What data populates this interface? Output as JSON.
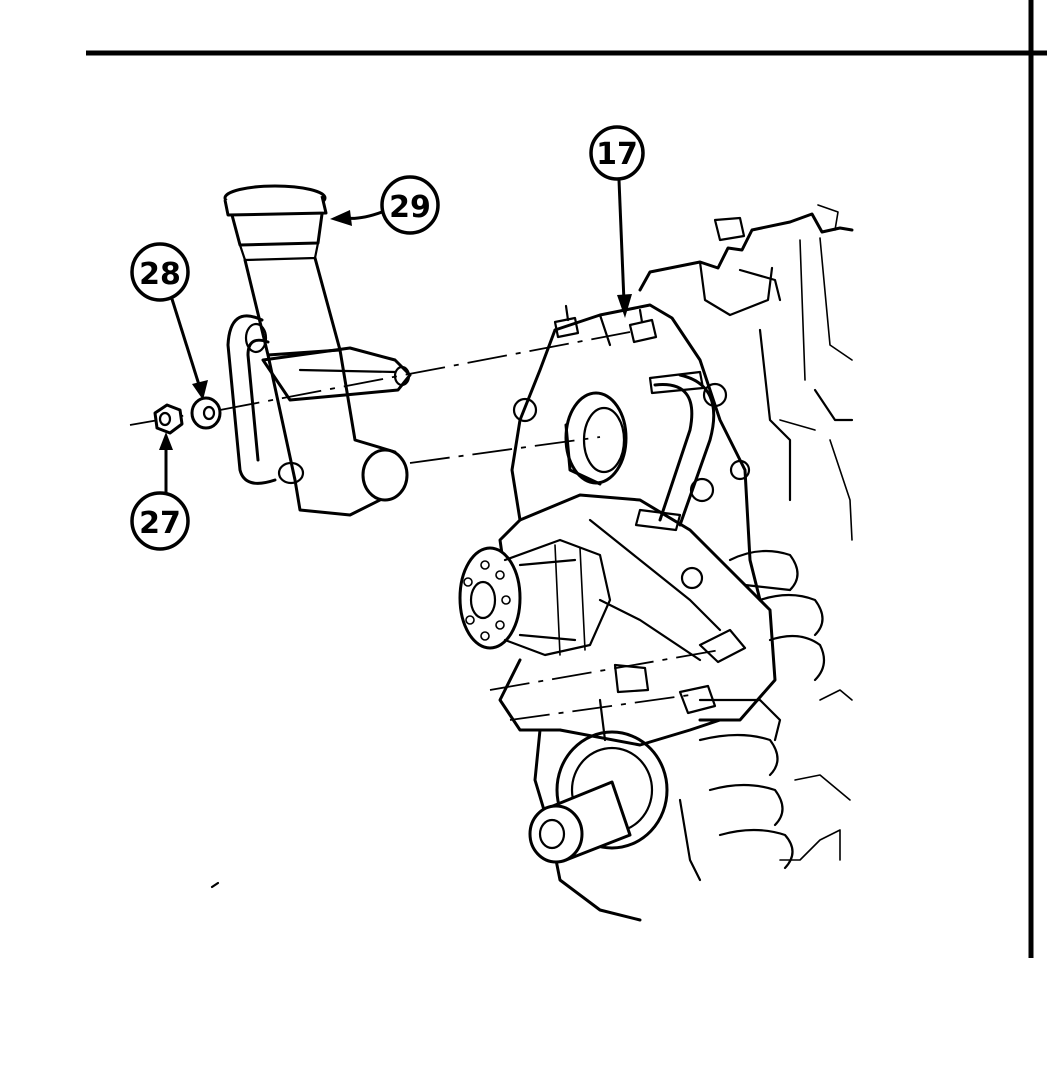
{
  "diagram": {
    "callouts": [
      {
        "id": "17",
        "label": "17"
      },
      {
        "id": "27",
        "label": "27"
      },
      {
        "id": "28",
        "label": "28"
      },
      {
        "id": "29",
        "label": "29"
      }
    ]
  }
}
